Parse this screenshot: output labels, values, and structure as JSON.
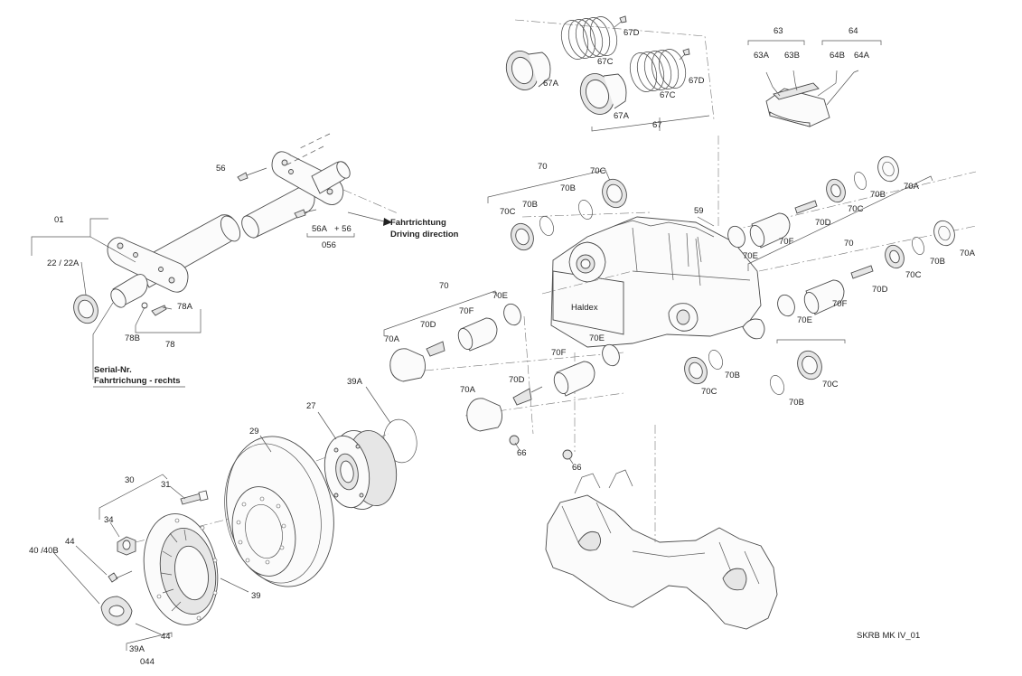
{
  "diagram": {
    "drawing_id": "SKRB MK IV_01",
    "notes": {
      "direction_de": "Fahrtrichtung",
      "direction_en": "Driving direction",
      "serial_de": "Serial-Nr.",
      "serial_sub": "Fahrtrichung - rechts"
    },
    "labels": {
      "l01": "01",
      "l22": "22 / 22A",
      "l78a": "78A",
      "l78b": "78B",
      "l78": "78",
      "l56": "56",
      "l56a": "56A",
      "l56p": "+ 56",
      "l056": "056",
      "l63": "63",
      "l63a": "63A",
      "l63b": "63B",
      "l64": "64",
      "l64b": "64B",
      "l64a": "64A",
      "l67d1": "67D",
      "l67c1": "67C",
      "l67a1": "67A",
      "l67d2": "67D",
      "l67c2": "67C",
      "l67a2": "67A",
      "l67": "67",
      "l70t": "70",
      "l70c_t": "70C",
      "l70c_t2": "70C",
      "l70b_t": "70B",
      "l70b_t2": "70B",
      "l59": "59",
      "l70r": "70",
      "l70a_r": "70A",
      "l70b_r": "70B",
      "l70c_r": "70C",
      "l70d_r": "70D",
      "l70f_r": "70F",
      "l70e_r": "70E",
      "l70a_r2": "70A",
      "l70b_r2": "70B",
      "l70c_r2": "70C",
      "l70d_r2": "70D",
      "l70f_r2": "70F",
      "l70e_r2": "70E",
      "l70m": "70",
      "l70e_m": "70E",
      "l70f_m": "70F",
      "l70d_m": "70D",
      "l70a_m": "70A",
      "l70e_l": "70E",
      "l70f_l": "70F",
      "l70d_l": "70D",
      "l70a_l": "70A",
      "l66a": "66",
      "l66b": "66",
      "l70b_b1": "70B",
      "l70c_b1": "70C",
      "l70c_b2": "70C",
      "l70b_b2": "70B",
      "l39a_top": "39A",
      "l27": "27",
      "l29": "29",
      "l31": "31",
      "l30": "30",
      "l34": "34",
      "l44a": "44",
      "l4040b": "40 /40B",
      "l39": "39",
      "l44b": "44",
      "l39a_bot": "39A",
      "l044": "044"
    }
  }
}
